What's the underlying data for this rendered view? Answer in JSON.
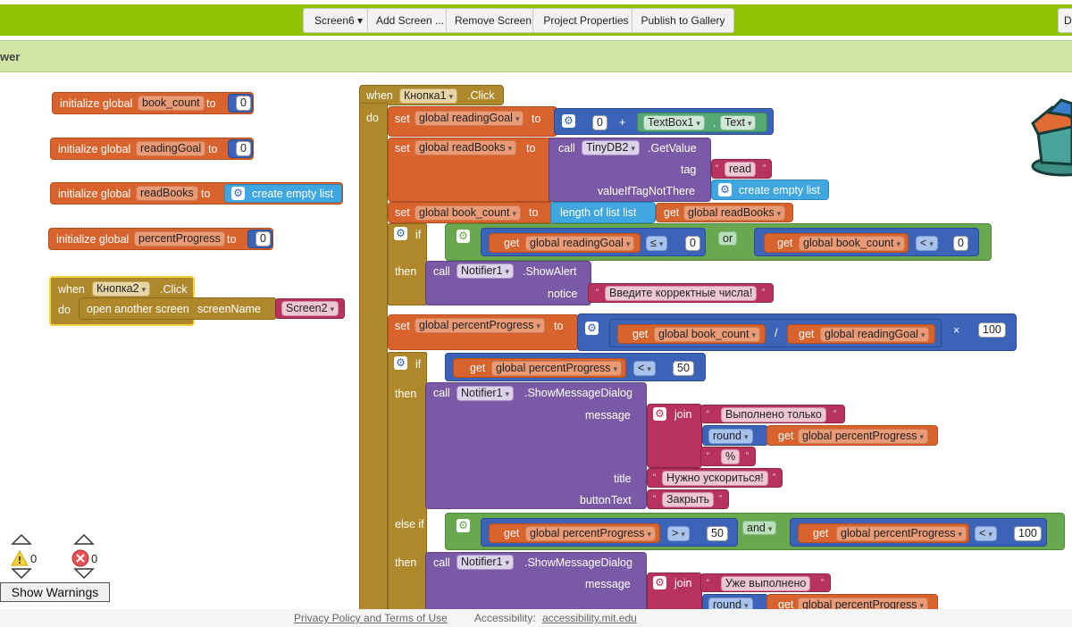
{
  "toolbar": {
    "screen": "Screen6 ▾",
    "add_screen": "Add Screen ...",
    "remove_screen": "Remove Screen",
    "project_properties": "Project Properties",
    "publish": "Publish to Gallery",
    "cut_right": "De"
  },
  "subbar": {
    "title": "wer"
  },
  "blocks": {
    "init1": {
      "prefix": "initialize global",
      "name": "book_count",
      "to": "to",
      "value": "0"
    },
    "init2": {
      "prefix": "initialize global",
      "name": "readingGoal",
      "to": "to",
      "value": "0"
    },
    "init3": {
      "prefix": "initialize global",
      "name": "readBooks",
      "to": "to",
      "value": "create empty list"
    },
    "init4": {
      "prefix": "initialize global",
      "name": "percentProgress",
      "to": "to",
      "value": "0"
    },
    "ev2": {
      "when": "when",
      "comp": "Кнопка2",
      "event": ".Click",
      "do": "do",
      "action": "open another screen",
      "param": "screenName",
      "value": "Screen2"
    },
    "ev1": {
      "when": "when",
      "comp": "Кнопка1",
      "event": ".Click",
      "do": "do"
    },
    "s1": {
      "set": "set",
      "var": "global readingGoal",
      "to": "to",
      "num": "0",
      "plus": "+",
      "comp": "TextBox1",
      "prop": "Text",
      "dot": "."
    },
    "s2": {
      "set": "set",
      "var": "global readBooks",
      "to": "to",
      "call": "call",
      "comp": "TinyDB2",
      "method": ".GetValue",
      "tag_label": "tag",
      "tag": "read",
      "vitn_label": "valueIfTagNotThere",
      "vitn": "create empty list"
    },
    "s3": {
      "set": "set",
      "var": "global book_count",
      "to": "to",
      "len": "length of list  list",
      "get": "get",
      "getvar": "global readBooks"
    },
    "if1": {
      "if": "if",
      "get": "get",
      "a": "global readingGoal",
      "op1": "≤",
      "n1": "0",
      "or": "or",
      "b": "global book_count",
      "op2": "<",
      "n2": "0",
      "then": "then",
      "call": "call",
      "comp": "Notifier1",
      "method": ".ShowAlert",
      "notice_label": "notice",
      "notice": "Введите корректные числа!"
    },
    "s4": {
      "set": "set",
      "var": "global percentProgress",
      "to": "to",
      "get": "get",
      "a": "global book_count",
      "div": "/",
      "b": "global readingGoal",
      "mul": "×",
      "n": "100"
    },
    "if2": {
      "if": "if",
      "get": "get",
      "a": "global percentProgress",
      "op": "<",
      "n": "50",
      "then": "then",
      "call": "call",
      "comp": "Notifier1",
      "method": ".ShowMessageDialog",
      "message_label": "message",
      "join": "join",
      "j1": "Выполнено только",
      "round": "round",
      "j2": "global percentProgress",
      "j3": "%",
      "title_label": "title",
      "title": "Нужно ускориться!",
      "btn_label": "buttonText",
      "btn": "Закрыть"
    },
    "elseif": {
      "label": "else if",
      "get": "get",
      "a": "global percentProgress",
      "op": ">",
      "n": "50",
      "and": "and",
      "b": "global percentProgress",
      "op2": "<",
      "n2": "100",
      "then": "then",
      "call": "call",
      "comp": "Notifier1",
      "method": ".ShowMessageDialog",
      "message_label": "message",
      "join": "join",
      "j1": "Уже выполнено",
      "round": "round",
      "j2": "global percentProgress"
    }
  },
  "warnings": {
    "warn_count": "0",
    "err_count": "0",
    "button": "Show Warnings"
  },
  "footer": {
    "privacy": "Privacy Policy and Terms of Use",
    "access_label": "Accessibility:",
    "access_link": "accessibility.mit.edu"
  }
}
